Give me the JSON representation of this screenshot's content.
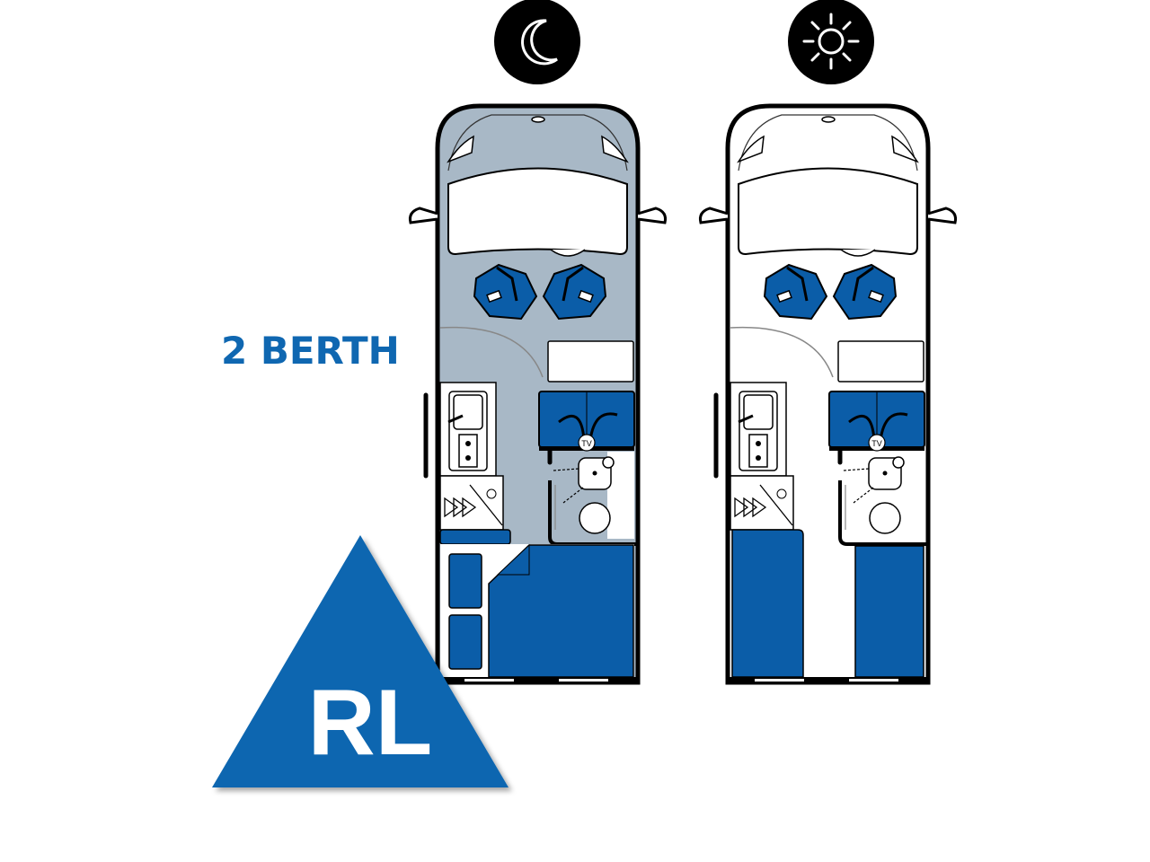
{
  "title": "2 BERTH",
  "badge": {
    "text": "RL",
    "color": "#0e66b0"
  },
  "modes": [
    {
      "name": "night",
      "icon": "moon-icon"
    },
    {
      "name": "day",
      "icon": "sun-icon"
    }
  ],
  "plans": [
    {
      "mode": "night",
      "floor_color": "#a8b8c6",
      "rear_layout": "double-bed"
    },
    {
      "mode": "day",
      "floor_color": "#ffffff",
      "rear_layout": "twin-lounge"
    }
  ],
  "labels": {
    "tv": "TV"
  },
  "colors": {
    "upholstery": "#0b5da8",
    "wall": "#000000"
  }
}
